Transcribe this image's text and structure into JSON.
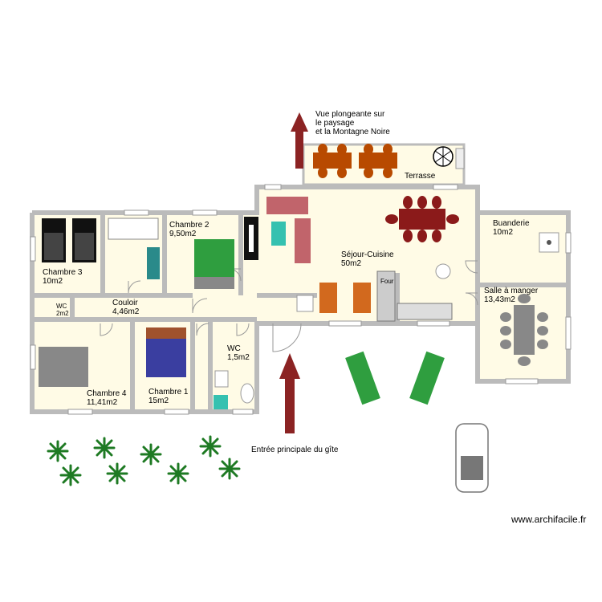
{
  "rooms": {
    "chambre3": {
      "name": "Chambre 3",
      "area": "10m2"
    },
    "chambre2": {
      "name": "Chambre 2",
      "area": "9,50m2"
    },
    "couloir": {
      "name": "Couloir",
      "area": "4,46m2"
    },
    "wc_small": {
      "name": "WC",
      "area": "2m2"
    },
    "chambre4": {
      "name": "Chambre 4",
      "area": "11,41m2"
    },
    "chambre1": {
      "name": "Chambre 1",
      "area": "15m2"
    },
    "wc": {
      "name": "WC",
      "area": "1,5m2"
    },
    "sejour": {
      "name": "Séjour-Cuisine",
      "area": "50m2"
    },
    "buanderie": {
      "name": "Buanderie",
      "area": "10m2"
    },
    "salle_a_manger": {
      "name": "Salle à manger",
      "area": "13,43m2"
    },
    "terrasse": {
      "name": "Terrasse"
    }
  },
  "annotations": {
    "vue_line1": "Vue plongeante sur",
    "vue_line2": "le paysage",
    "vue_line3": "et la Montagne Noire",
    "entree": "Entrée principale du gîte",
    "four": "Four"
  },
  "watermark": "www.archifacile.fr",
  "colors": {
    "floor": "#fffbe6",
    "wall": "#bbbbbb",
    "arrow": "#8b2323",
    "sofa": "#c1646b",
    "chair": "#8b1a1a",
    "table_dark": "#8b1a1a",
    "terrace_chair": "#b84a00",
    "orange_chair": "#d2691e",
    "bed_green": "#2f9e3f",
    "bed_blue": "#3a3ea0",
    "teal": "#35c1b0",
    "plant": "#1e7a23"
  }
}
